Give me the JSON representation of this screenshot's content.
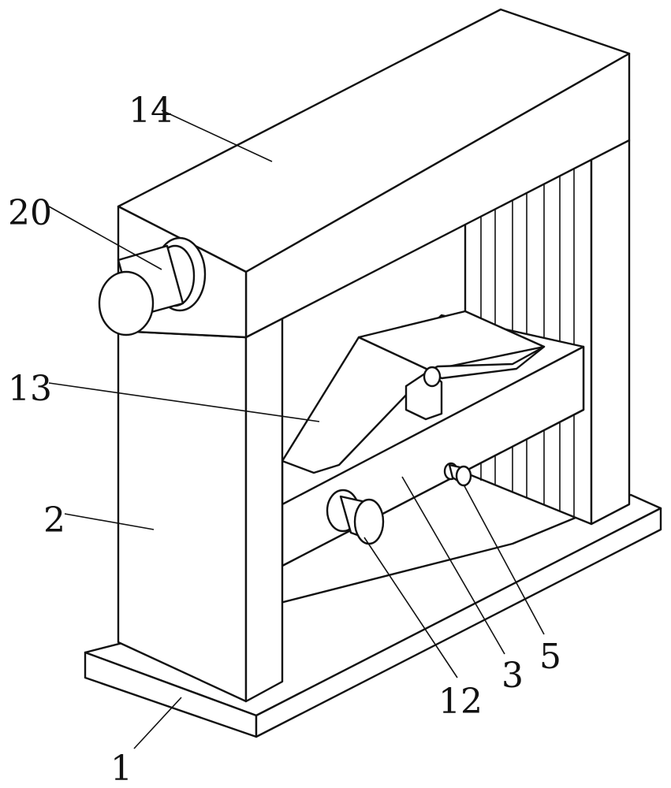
{
  "figure": {
    "labels": {
      "frame_beam": "14",
      "motor": "20",
      "tray": "13",
      "left_column": "2",
      "base": "1",
      "front_motor": "12",
      "crossbar": "3",
      "knob": "5"
    },
    "line_color": "#111111",
    "background": "#ffffff"
  }
}
